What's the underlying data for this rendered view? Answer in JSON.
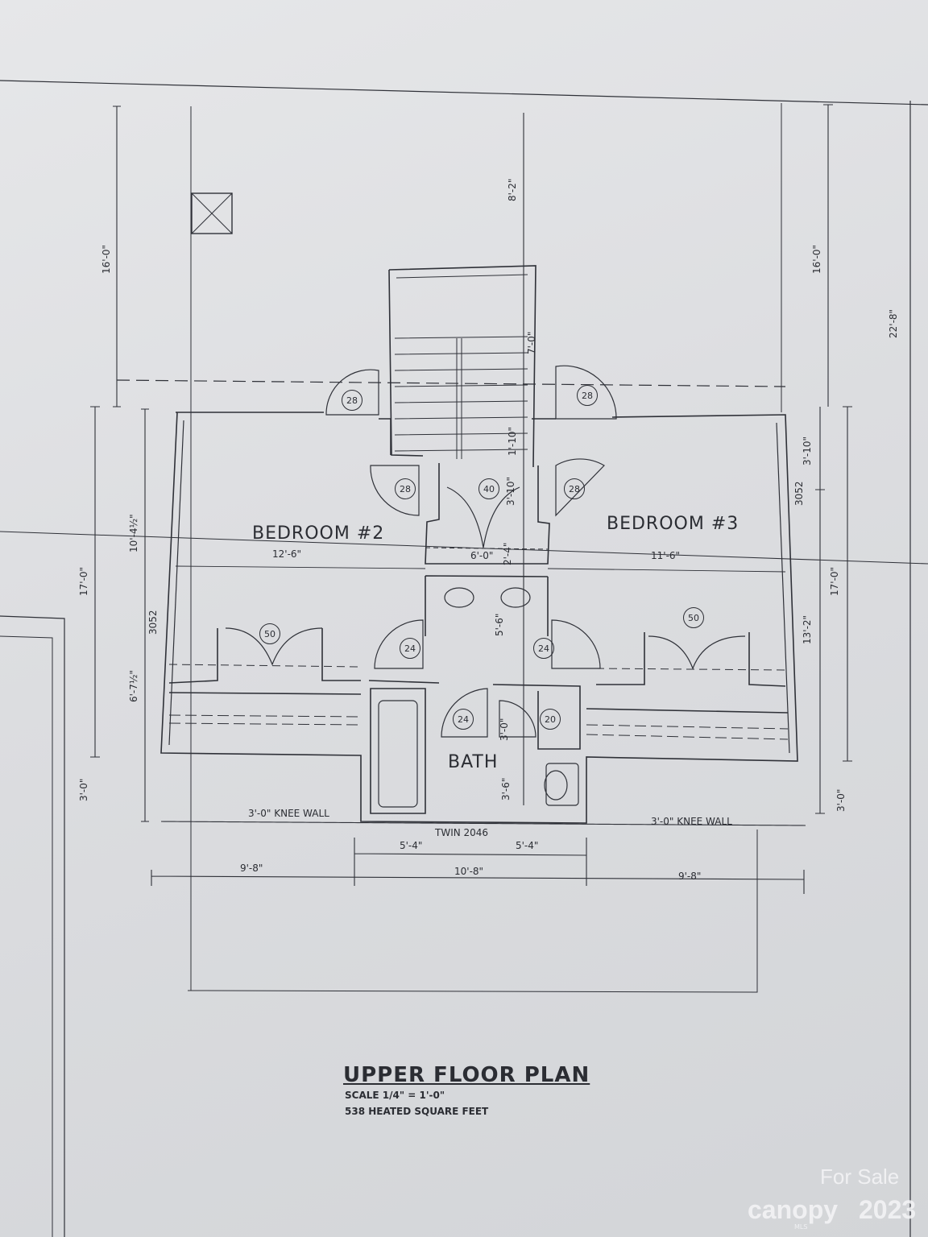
{
  "plan": {
    "title": "UPPER FLOOR PLAN",
    "scale": "SCALE 1/4\" = 1'-0\"",
    "area": "538 HEATED SQUARE FEET"
  },
  "rooms": {
    "bedroom2": "BEDROOM #2",
    "bedroom3": "BEDROOM #3",
    "bath": "BATH"
  },
  "dimensions": {
    "top_vertical": "8'-2\"",
    "left_upper": "16'-0\"",
    "right_upper": "16'-0\"",
    "far_right": "22'-8\"",
    "left_mid": "10'-4½\"",
    "left_overall": "17'-0\"",
    "left_lower": "6'-7½\"",
    "left_bottom": "3'-0\"",
    "right_bottom": "3'-0\"",
    "right_overall": "17'-0\"",
    "right_lower": "13'-2\"",
    "right_top": "3'-10\"",
    "window_left": "3052",
    "window_right": "3052",
    "stair_upper": "7'-0\"",
    "stair_lower": "1'-10\"",
    "hall_vert": "3'-10\"",
    "hall_width": "6'-0\"",
    "hall_small": "2'-4\"",
    "bath_vert": "5'-6\"",
    "bath_door_vert": "3'-0\"",
    "bath_lower_vert": "3'-6\"",
    "bed2_width": "12'-6\"",
    "bed3_width": "11'-6\"",
    "knee_left": "3'-0\" KNEE WALL",
    "knee_right": "3'-0\" KNEE WALL",
    "window_bath": "TWIN 2046",
    "bath_left": "5'-4\"",
    "bath_right": "5'-4\"",
    "overall_left": "9'-8\"",
    "overall_center": "10'-8\"",
    "overall_right": "9'-8\""
  },
  "doors": {
    "d1": "28",
    "d2": "28",
    "d3": "28",
    "d4": "28",
    "d5": "40",
    "d6": "50",
    "d7": "50",
    "d8": "24",
    "d9": "24",
    "d10": "24",
    "d11": "20"
  },
  "watermark": {
    "line1": "For Sale",
    "brand": "canopy",
    "year": "2023",
    "mls": "MLS"
  }
}
